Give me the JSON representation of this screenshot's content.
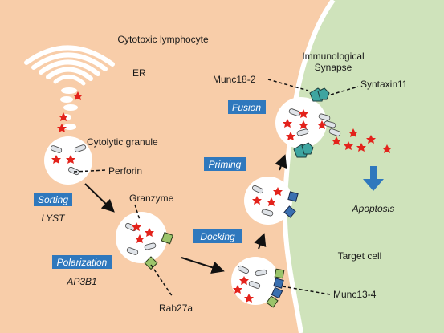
{
  "labels": {
    "cytotoxic_lymphocyte": "Cytotoxic lymphocyte",
    "er": "ER",
    "cytolytic_granule": "Cytolytic granule",
    "perforin": "Perforin",
    "granzyme": "Granzyme",
    "lyst": "LYST",
    "ap3b1": "AP3B1",
    "rab27a": "Rab27a",
    "immunological_synapse_line1": "Immunological",
    "immunological_synapse_line2": "Synapse",
    "munc18_2": "Munc18-2",
    "syntaxin11": "Syntaxin11",
    "apoptosis": "Apoptosis",
    "target_cell": "Target cell",
    "munc13_4": "Munc13-4"
  },
  "steps": {
    "sorting": "Sorting",
    "polarization": "Polarization",
    "docking": "Docking",
    "priming": "Priming",
    "fusion": "Fusion"
  },
  "colors": {
    "lymphocyte_fill": "#f8cda9",
    "target_fill": "#cfe3bb",
    "step_box": "#2f78bd",
    "granzyme_star": "#e3221b",
    "rab27a_marker": "#9bc46a",
    "munc13_4_marker": "#3a6fb0",
    "syntaxin_marker": "#3ea5a0",
    "arrow": "#111111",
    "apoptosis_arrow": "#2f78bd"
  }
}
